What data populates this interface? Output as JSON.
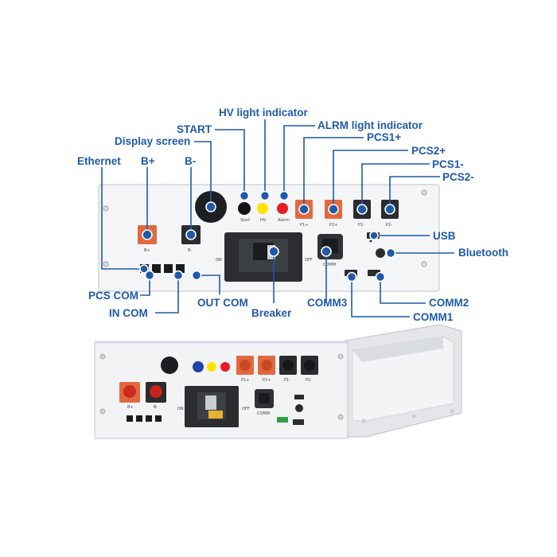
{
  "callouts": {
    "hv_light_indicator": "HV light indicator",
    "start": "START",
    "alrm_light_indicator": "ALRM light indicator",
    "pcs1_plus": "PCS1+",
    "display_screen": "Display screen",
    "pcs2_plus": "PCS2+",
    "ethernet": "Ethernet",
    "b_plus": "B+",
    "b_minus": "B-",
    "pcs1_minus": "PCS1-",
    "pcs2_minus": "PCS2-",
    "usb": "USB",
    "bluetooth": "Bluetooth",
    "pcs_com": "PCS COM",
    "out_com": "OUT COM",
    "in_com": "IN COM",
    "comm3": "COMM3",
    "breaker": "Breaker",
    "comm2": "COMM2",
    "comm1": "COMM1"
  },
  "panel_text": {
    "start": "Start",
    "hv": "HV",
    "alarm": "Alarm",
    "p1_plus": "P1+",
    "p2_plus": "P2+",
    "p1_minus": "P1-",
    "p2_minus": "P2-",
    "b_plus": "B+",
    "b_minus": "B-",
    "on": "ON",
    "off": "OFF",
    "comm": "COMM"
  },
  "colors": {
    "callout_blue": "#1f5aa8",
    "terminal_orange": "#e2693f",
    "terminal_dark": "#2a2c30",
    "indicator_yellow": "#ffe500",
    "indicator_red": "#e81b23",
    "panel_white": "#f4f5f7"
  }
}
